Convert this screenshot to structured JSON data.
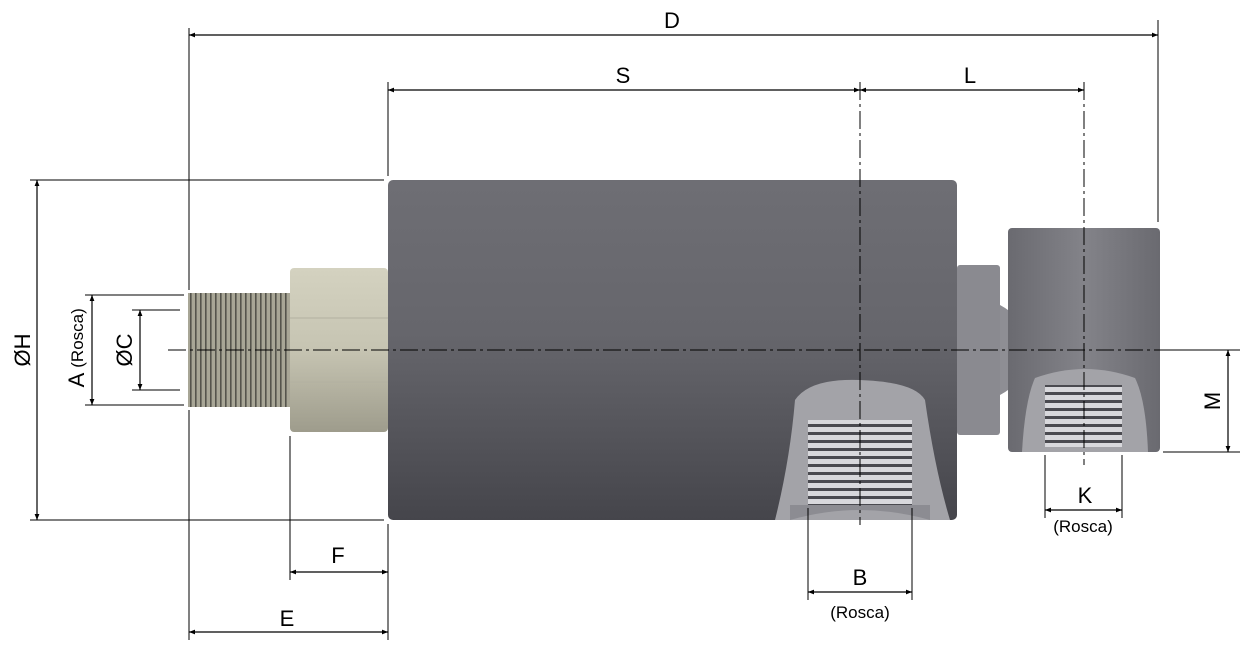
{
  "title": "Rotary joint dimension drawing",
  "dimensions": {
    "D": "D",
    "S": "S",
    "L": "L",
    "H": "ØH",
    "A": "A",
    "A_note": "(Rosca)",
    "C": "ØC",
    "F": "F",
    "E": "E",
    "B": "B",
    "B_note": "(Rosca)",
    "K": "K",
    "K_note": "(Rosca)",
    "M": "M"
  },
  "colors": {
    "body": "#5c5c62",
    "fitting": "#c9c7b5",
    "cutaway": "#a3a3a8",
    "tee": "#7c7c82"
  }
}
